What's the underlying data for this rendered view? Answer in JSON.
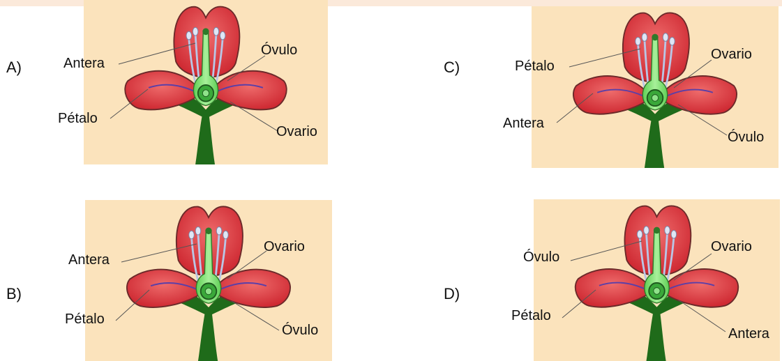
{
  "options": {
    "A": {
      "letter": "A)",
      "labels": {
        "upper_left": "Antera",
        "upper_right": "Óvulo",
        "lower_left": "Pétalo",
        "lower_right": "Ovario"
      }
    },
    "B": {
      "letter": "B)",
      "labels": {
        "upper_left": "Antera",
        "upper_right": "Ovario",
        "lower_left": "Pétalo",
        "lower_right": "Óvulo"
      }
    },
    "C": {
      "letter": "C)",
      "labels": {
        "upper_left": "Pétalo",
        "upper_right": "Ovario",
        "lower_left": "Antera",
        "lower_right": "Óvulo"
      }
    },
    "D": {
      "letter": "D)",
      "labels": {
        "upper_left": "Óvulo",
        "upper_right": "Ovario",
        "lower_left": "Pétalo",
        "lower_right": "Antera"
      }
    }
  },
  "colors": {
    "panel_bg": "#fbe3bc",
    "petal": "#d8323a",
    "petal_light": "#ee6b6b",
    "sepal": "#1f6b1a",
    "pistil": "#7fe06f"
  }
}
